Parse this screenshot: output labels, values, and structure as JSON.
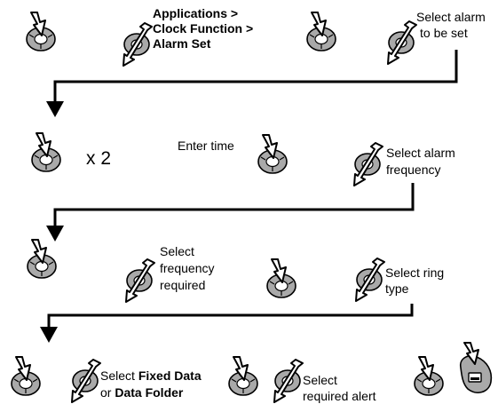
{
  "steps": {
    "row1": {
      "menu_path_line1": "Applications >",
      "menu_path_line2": "Clock Function >",
      "menu_path_line3": "Alarm Set",
      "select_alarm_line1": "Select alarm",
      "select_alarm_line2": "to be set"
    },
    "row2": {
      "times": "x 2",
      "enter_time": "Enter time",
      "select_freq_line1": "Select alarm",
      "select_freq_line2": "frequency"
    },
    "row3": {
      "freq_req_line1": "Select",
      "freq_req_line2": "frequency",
      "freq_req_line3": "required",
      "ring_line1": "Select ring",
      "ring_line2": "type"
    },
    "row4": {
      "select_word": "Select",
      "fixed_data": "Fixed Data",
      "or_word": "or",
      "data_folder": "Data Folder",
      "alert_line1": "Select",
      "alert_line2": "required alert"
    }
  },
  "icons": {
    "press": "navigation-key-press-icon",
    "scroll": "navigation-key-scroll-icon",
    "softkey": "softkey-press-icon"
  },
  "colors": {
    "key_fill": "#a9a9a9",
    "line": "#000000"
  }
}
